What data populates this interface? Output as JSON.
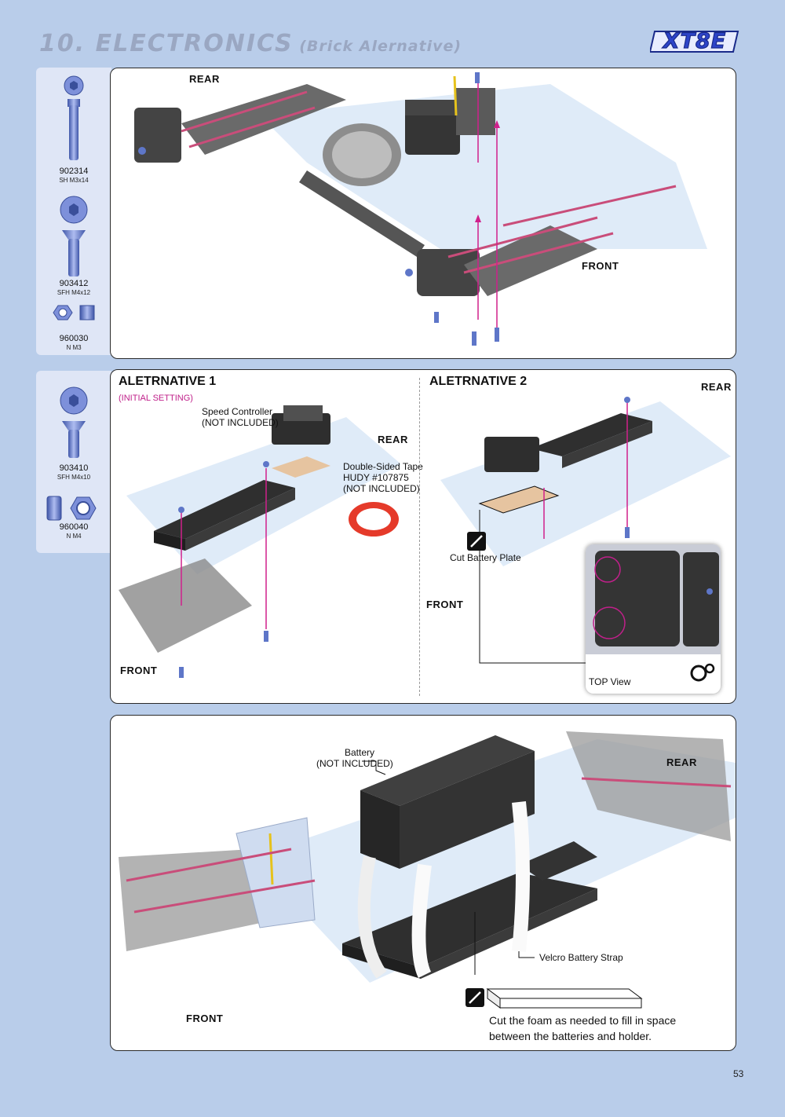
{
  "header": {
    "title_main": "10. ELECTRONICS",
    "title_sub": "(Brick Alernative)",
    "logo": "XT8E"
  },
  "parts_step1": [
    {
      "code": "902314",
      "spec": "SH M3x14",
      "icon": "socket-head-screw-icon"
    },
    {
      "code": "903412",
      "spec": "SFH M4x12",
      "icon": "countersunk-screw-icon"
    },
    {
      "code": "960030",
      "spec": "N M3",
      "icon": "nut-icon"
    }
  ],
  "parts_step2": [
    {
      "code": "903410",
      "spec": "SFH M4x10",
      "icon": "countersunk-screw-icon"
    },
    {
      "code": "960040",
      "spec": "N M4",
      "icon": "nut-icon"
    }
  ],
  "step1": {
    "rear_label": "REAR",
    "front_label": "FRONT"
  },
  "step2": {
    "alt1": {
      "title": "ALETRNATIVE 1",
      "subtitle": "(INITIAL SETTING)",
      "speed_controller_1": "Speed Controller",
      "speed_controller_2": "(NOT INCLUDED)",
      "tape_1": "Double-Sided Tape",
      "tape_2": "HUDY #107875",
      "tape_3": "(NOT INCLUDED)",
      "rear_label": "REAR",
      "front_label": "FRONT"
    },
    "alt2": {
      "title": "ALETRNATIVE 2",
      "cut_label": "Cut Battery Plate",
      "rear_label": "REAR",
      "front_label": "FRONT",
      "top_view": "TOP View"
    }
  },
  "step3": {
    "battery_1": "Battery",
    "battery_2": "(NOT INCLUDED)",
    "strap_label": "Velcro Battery Strap",
    "rear_label": "REAR",
    "front_label": "FRONT",
    "note": "Cut the foam as needed to fill in space between the batteries and holder."
  },
  "footer": {
    "page_number": "53"
  },
  "colors": {
    "page_bg": "#b9cdea",
    "sidebar_bg": "#dfe6f6",
    "accent_magenta": "#d0208c",
    "logo_blue": "#2d44c9",
    "hardware_blue": "#5e76c8"
  }
}
